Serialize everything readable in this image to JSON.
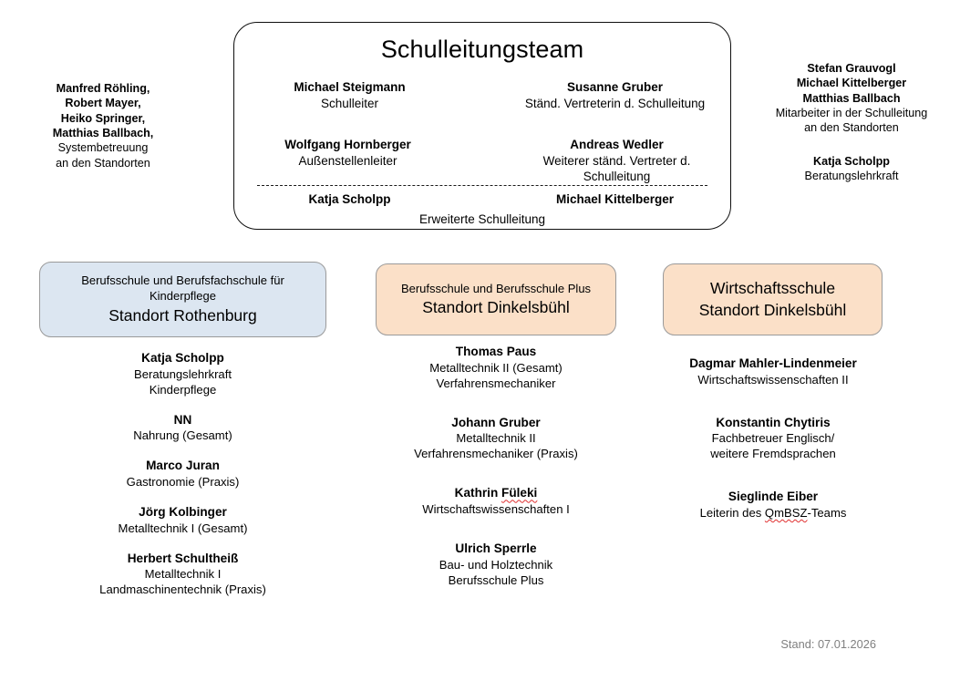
{
  "header": {
    "title": "Schulleitungsteam",
    "rows": [
      [
        {
          "name": "Michael Steigmann",
          "role": "Schulleiter"
        },
        {
          "name": "Susanne Gruber",
          "role": "Ständ. Vertreterin d. Schulleitung"
        }
      ],
      [
        {
          "name": "Wolfgang Hornberger",
          "role": "Außenstellenleiter"
        },
        {
          "name": "Andreas Wedler",
          "role": "Weiterer ständ. Vertreter d. Schulleitung"
        }
      ]
    ],
    "extended": {
      "members": [
        {
          "name": "Katja Scholpp"
        },
        {
          "name": "Michael Kittelberger"
        }
      ],
      "caption": "Erweiterte Schulleitung"
    }
  },
  "side_left": {
    "names": [
      "Manfred Röhling,",
      "Robert Mayer,",
      "Heiko Springer,",
      "Matthias Ballbach,"
    ],
    "role_line_1": "Systembetreuung",
    "role_line_2": "an den Standorten"
  },
  "side_right": {
    "names": [
      "Stefan Grauvogl",
      "Michael Kittelberger",
      "Matthias Ballbach"
    ],
    "role_line_1": "Mitarbeiter in der Schulleitung",
    "role_line_2": "an den Standorten",
    "extra_name": "Katja Scholpp",
    "extra_role": "Beratungslehrkraft"
  },
  "departments": [
    {
      "subtitle_line_1": "Berufsschule und Berufsfachschule für",
      "subtitle_line_2": "Kinderpflege",
      "title": "Standort Rothenburg",
      "color": "#dce6f1"
    },
    {
      "subtitle_line_1": "Berufsschule und Berufsschule Plus",
      "subtitle_line_2": "",
      "title": "Standort Dinkelsbühl",
      "color": "#fbe0c8"
    },
    {
      "subtitle_line_1": "Wirtschaftsschule",
      "subtitle_line_2": "",
      "title": "Standort Dinkelsbühl",
      "color": "#fbe0c8"
    }
  ],
  "staff_columns": [
    {
      "entries": [
        {
          "name": "Katja Scholpp",
          "roles": [
            "Beratungslehrkraft",
            "Kinderpflege"
          ]
        },
        {
          "name": "NN",
          "roles": [
            "Nahrung (Gesamt)"
          ]
        },
        {
          "name": "Marco Juran",
          "roles": [
            "Gastronomie (Praxis)"
          ]
        },
        {
          "name": "Jörg Kolbinger",
          "roles": [
            "Metalltechnik I (Gesamt)"
          ]
        },
        {
          "name": "Herbert Schultheiß",
          "roles": [
            "Metalltechnik I",
            "Landmaschinentechnik (Praxis)"
          ]
        }
      ]
    },
    {
      "entries": [
        {
          "name": "Thomas Paus",
          "roles": [
            "Metalltechnik II (Gesamt)",
            "Verfahrensmechaniker"
          ]
        },
        {
          "name": "Johann Gruber",
          "roles": [
            "Metalltechnik II",
            "Verfahrensmechaniker (Praxis)"
          ]
        },
        {
          "name": "Kathrin Füleki",
          "name_misspelled": "Füleki",
          "roles": [
            "Wirtschaftswissenschaften I"
          ]
        },
        {
          "name": "Ulrich Sperrle",
          "roles": [
            "Bau- und Holztechnik",
            "Berufsschule Plus"
          ]
        }
      ]
    },
    {
      "entries": [
        {
          "name": "Dagmar Mahler-Lindenmeier",
          "roles": [
            "Wirtschaftswissenschaften II"
          ]
        },
        {
          "name": "Konstantin Chytiris",
          "roles": [
            "Fachbetreuer Englisch/",
            "weitere Fremdsprachen"
          ]
        },
        {
          "name": "Sieglinde Eiber",
          "roles": [
            "Leiterin des QmBSZ-Teams"
          ],
          "role_misspelled": "QmBSZ"
        }
      ]
    }
  ],
  "footer": {
    "stamp": "Stand: 07.01.2026",
    "color": "#808080"
  }
}
